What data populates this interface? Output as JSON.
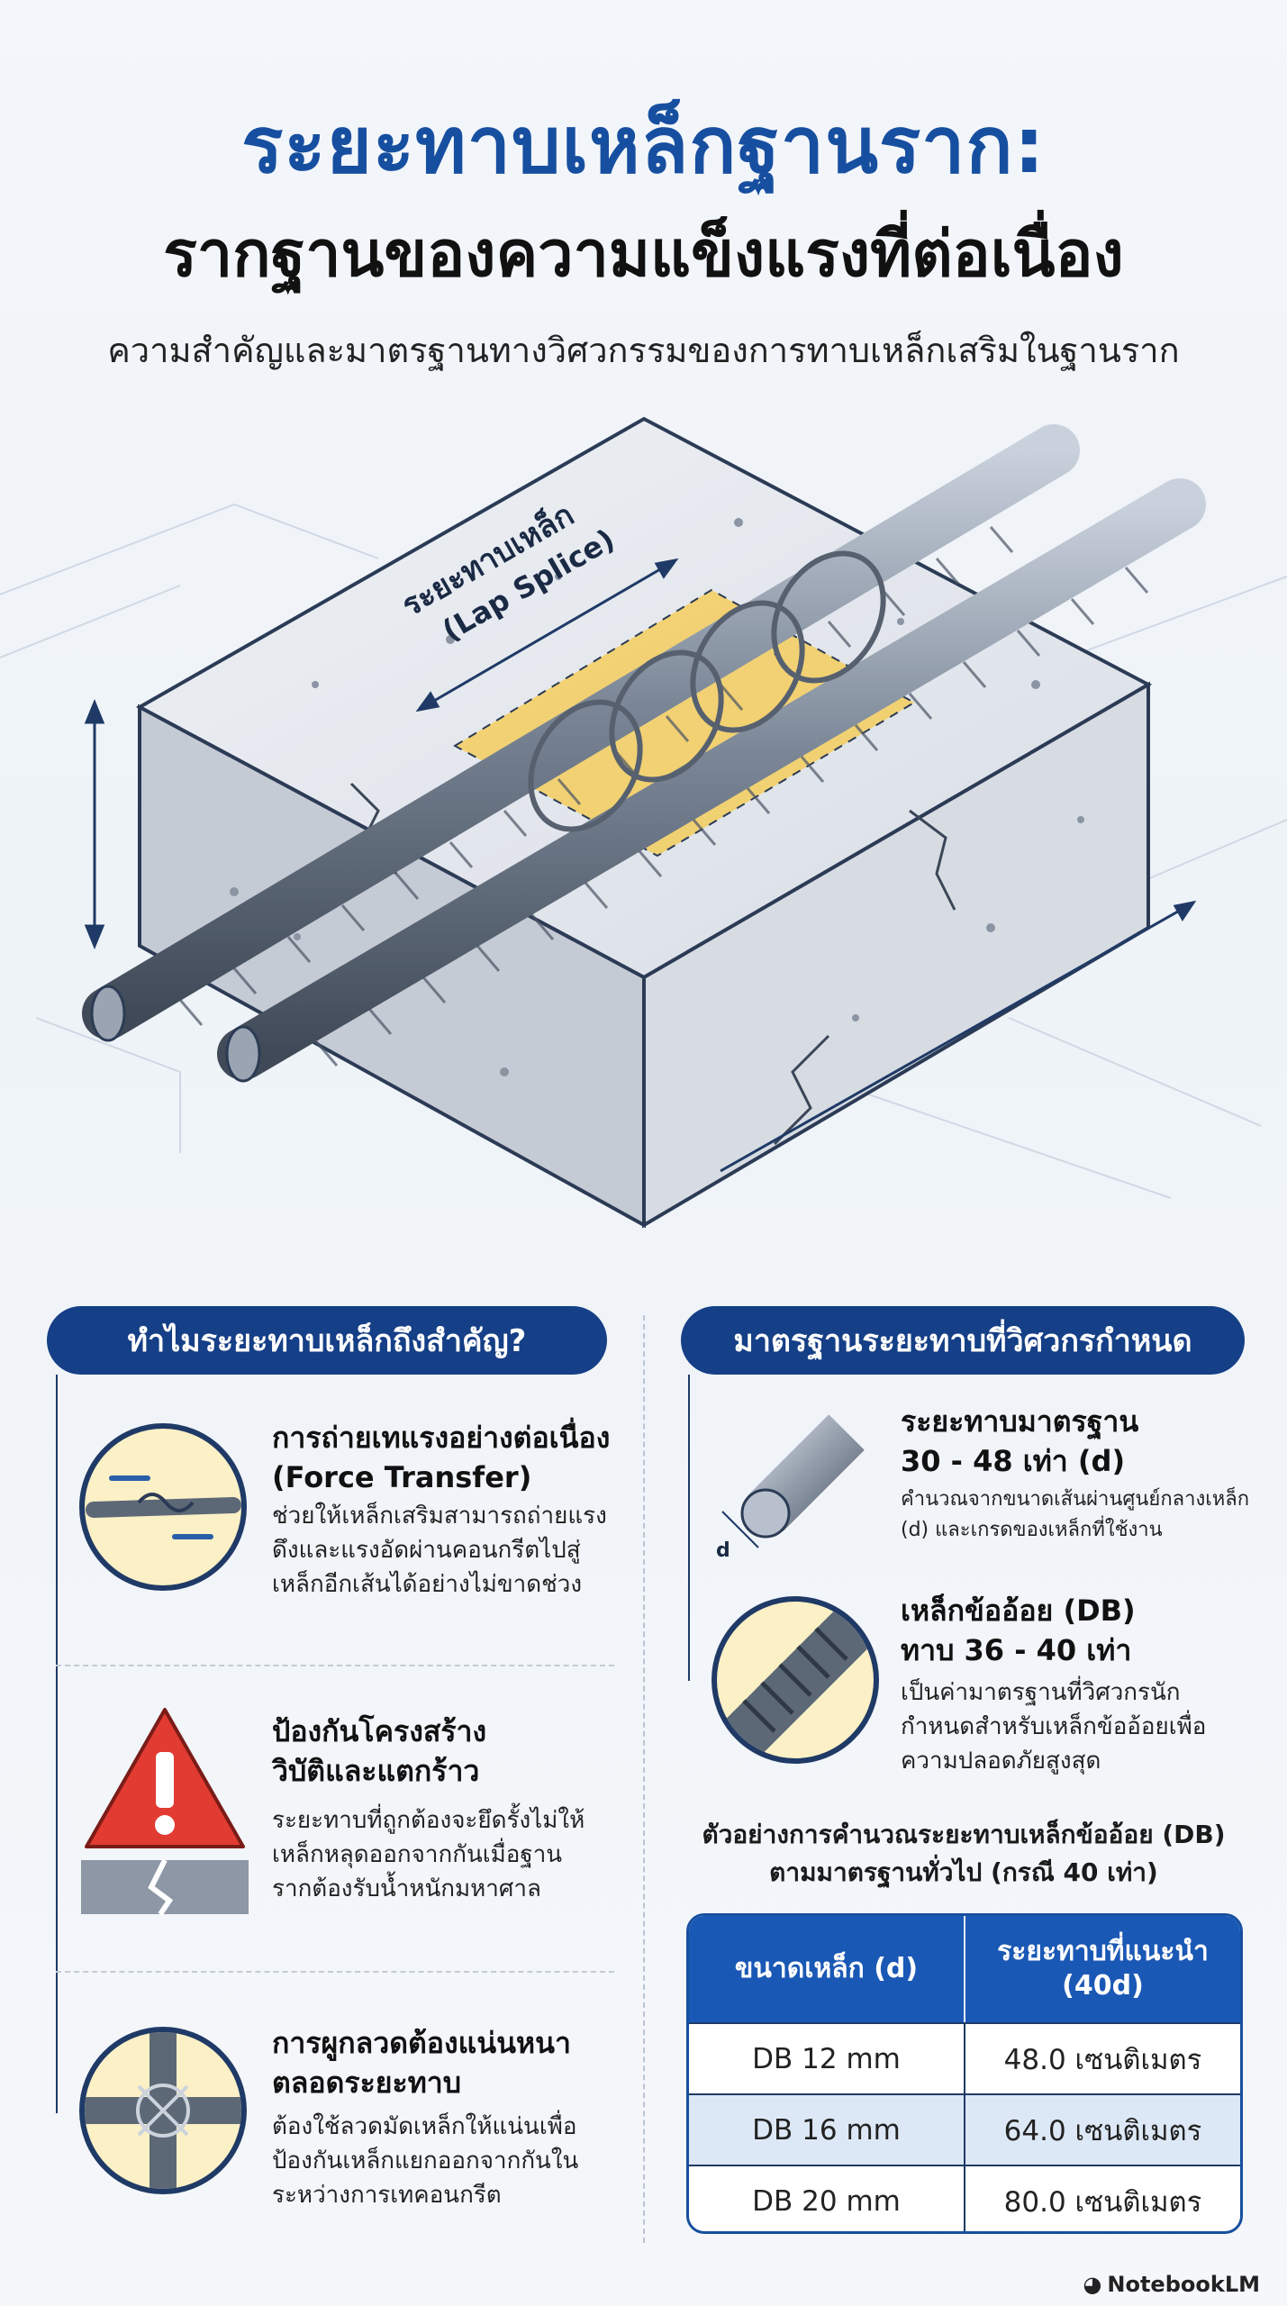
{
  "header": {
    "title_line1": "ระยะทาบเหล็กฐานราก:",
    "title_line2": "รากฐานของความแข็งแรงที่ต่อเนื่อง",
    "subtitle": "ความสำคัญและมาตรฐานทางวิศวกรรมของการทาบเหล็กเสริมในฐานราก"
  },
  "hero": {
    "label_thai": "ระยะทาบเหล็ก",
    "label_en": "(Lap Splice)"
  },
  "left_section": {
    "title": "ทำไมระยะทาบเหล็กถึงสำคัญ?",
    "items": [
      {
        "icon": "force-transfer-icon",
        "heading_line1": "การถ่ายเทแรงอย่างต่อเนื่อง",
        "heading_line2": "(Force Transfer)",
        "body": [
          "ช่วยให้เหล็กเสริมสามารถถ่ายแรง",
          "ดึงและแรงอัดผ่านคอนกรีตไปสู่",
          "เหล็กอีกเส้นได้อย่างไม่ขาดช่วง"
        ]
      },
      {
        "icon": "warning-icon",
        "heading_line1": "ป้องกันโครงสร้าง",
        "heading_line2": "วิบัติและแตกร้าว",
        "body": [
          "ระยะทาบที่ถูกต้องจะยึดรั้งไม่ให้",
          "เหล็กหลุดออกจากกันเมื่อฐาน",
          "รากต้องรับน้ำหนักมหาศาล"
        ]
      },
      {
        "icon": "tie-wire-icon",
        "heading_line1": "การผูกลวดต้องแน่นหนา",
        "heading_line2": "ตลอดระยะทาบ",
        "body": [
          "ต้องใช้ลวดมัดเหล็กให้แน่นเพื่อ",
          "ป้องกันเหล็กแยกออกจากกันใน",
          "ระหว่างการเทคอนกรีต"
        ]
      }
    ]
  },
  "right_section": {
    "title": "มาตรฐานระยะทาบที่วิศวกรกำหนด",
    "items": [
      {
        "icon": "rebar-diameter-icon",
        "icon_label": "d",
        "heading_line1": "ระยะทาบมาตรฐาน",
        "heading_line2": "30 - 48 เท่า (d)",
        "body": [
          "คำนวณจากขนาดเส้นผ่านศูนย์กลางเหล็ก",
          "(d) และเกรดของเหล็กที่ใช้งาน"
        ]
      },
      {
        "icon": "deformed-bar-icon",
        "heading_line1": "เหล็กข้ออ้อย (DB)",
        "heading_line2": "ทาบ 36 - 40 เท่า",
        "body": [
          "เป็นค่ามาตรฐานที่วิศวกรนัก",
          "กำหนดสำหรับเหล็กข้ออ้อยเพื่อ",
          "ความปลอดภัยสูงสุด"
        ]
      }
    ],
    "example_title_line1": "ตัวอย่างการคำนวณระยะทาบเหล็กข้ออ้อย (DB)",
    "example_title_line2": "ตามมาตรฐานทั่วไป (กรณี 40 เท่า)",
    "table": {
      "headers": [
        "ขนาดเหล็ก (d)",
        "ระยะทาบที่แนะนำ (40d)"
      ],
      "rows": [
        [
          "DB 12 mm",
          "48.0 เซนติเมตร"
        ],
        [
          "DB 16 mm",
          "64.0 เซนติเมตร"
        ],
        [
          "DB 20 mm",
          "80.0 เซนติเมตร"
        ]
      ]
    }
  },
  "footer": {
    "brand": "NotebookLM"
  },
  "colors": {
    "primary_blue": "#174fa0",
    "navy": "#153f86",
    "table_header": "#1a58b5",
    "highlight_yellow": "#f6c94a",
    "warning_red": "#e23b32"
  }
}
